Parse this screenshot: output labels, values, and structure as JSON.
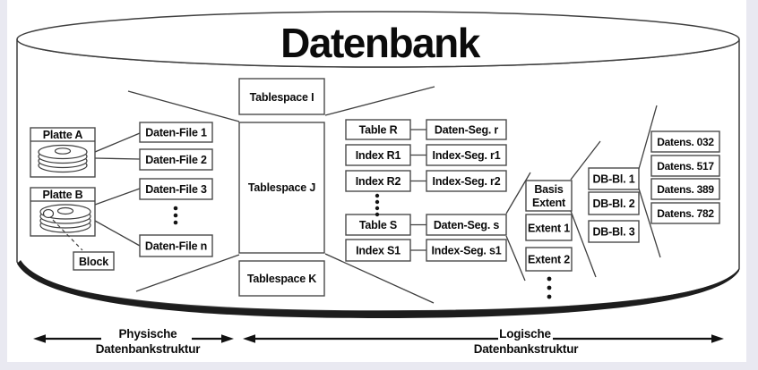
{
  "title": "Datenbank",
  "colors": {
    "background": "#e9e9f1",
    "canvas": "#ffffff",
    "line": "#3f3f3f",
    "text": "#0b0b0b"
  },
  "physical": {
    "disks": [
      {
        "label": "Platte A"
      },
      {
        "label": "Platte B"
      }
    ],
    "block_label": "Block",
    "daten_files": [
      "Daten-File 1",
      "Daten-File 2",
      "Daten-File 3",
      "Daten-File n"
    ]
  },
  "tablespaces": [
    "Tablespace I",
    "Tablespace J",
    "Tablespace K"
  ],
  "logical": {
    "tables": [
      "Table R",
      "Index R1",
      "Index R2",
      "Table S",
      "Index S1"
    ],
    "segments": [
      "Daten-Seg. r",
      "Index-Seg. r1",
      "Index-Seg. r2",
      "Daten-Seg. s",
      "Index-Seg. s1"
    ],
    "extents": {
      "basis": [
        "Basis",
        "Extent"
      ],
      "items": [
        "Extent 1",
        "Extent 2"
      ]
    },
    "db_blocks": [
      "DB-Bl. 1",
      "DB-Bl. 2",
      "DB-Bl. 3"
    ],
    "records": [
      "Datens. 032",
      "Datens. 517",
      "Datens. 389",
      "Datens. 782"
    ]
  },
  "legend": {
    "physical": [
      "Physische",
      "Datenbankstruktur"
    ],
    "logical": [
      "Logische",
      "Datenbankstruktur"
    ]
  }
}
